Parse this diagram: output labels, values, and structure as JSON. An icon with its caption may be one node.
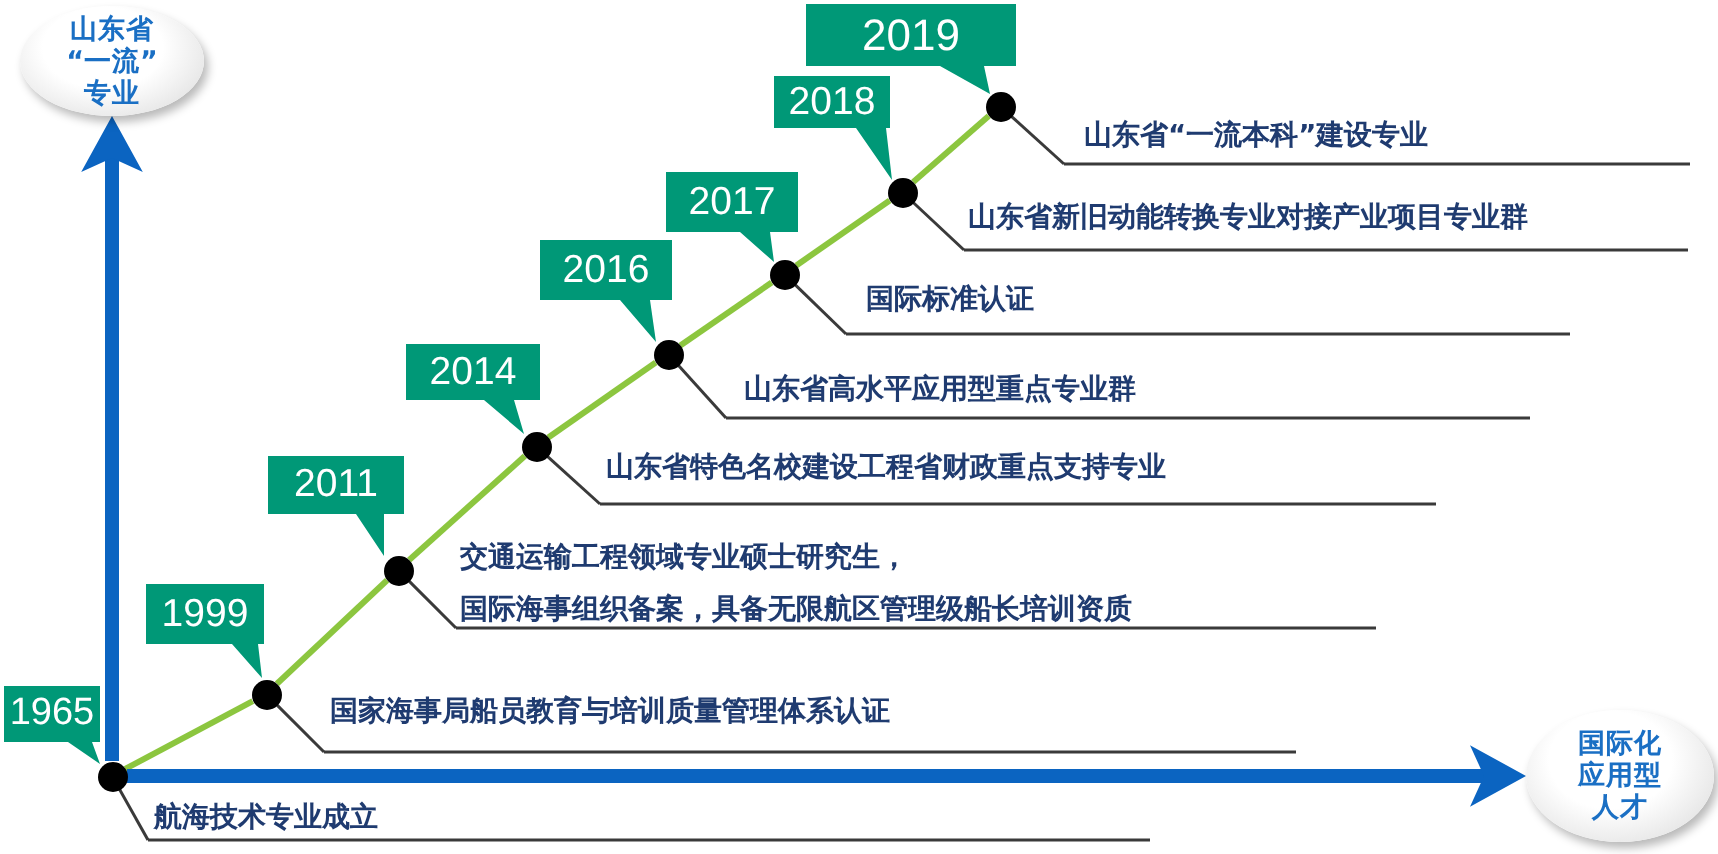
{
  "diagram": {
    "nodes": [
      {
        "text": [
          "山东省“一流”专业"
        ]
      },
      {
        "text": [
          "1965"
        ]
      },
      {
        "text": [],
        "shape": "circle"
      },
      {
        "text": [
          "航海技术专业成立"
        ]
      },
      {
        "text": [
          "1999"
        ]
      },
      {
        "text": [],
        "shape": "circle"
      },
      {
        "text": [
          "国家海事局船员教育与培训质量管理体系认证"
        ]
      },
      {
        "text": [
          "2011"
        ]
      },
      {
        "text": [],
        "shape": "circle"
      },
      {
        "text": [
          "交通运输工程领域专业硕士研究生，",
          "国际海事组织备案，具备无限航区管理级船长培训资质"
        ]
      },
      {
        "text": [
          "2014"
        ]
      },
      {
        "text": [],
        "shape": "circle"
      },
      {
        "text": [
          "山东省特色名校建设工程省财政重点支持专业"
        ]
      },
      {
        "text": [
          "2016"
        ]
      },
      {
        "text": [],
        "shape": "circle"
      },
      {
        "text": [
          "山东省高水平应用型重点专业群"
        ]
      },
      {
        "text": [
          "2017"
        ]
      },
      {
        "text": [],
        "shape": "circle"
      },
      {
        "text": [
          "国际标准认证"
        ]
      },
      {
        "text": [
          "2018"
        ]
      },
      {
        "text": [],
        "shape": "circle"
      },
      {
        "text": [
          "山东省新旧动能转换专业对接产业项目专业群"
        ]
      },
      {
        "text": [
          "2019"
        ]
      },
      {
        "text": [],
        "shape": "circle"
      },
      {
        "text": [
          "山东省“一流本科”建设专业"
        ]
      },
      {
        "text": [
          "国际化应用型人才"
        ]
      }
    ],
    "edges": [
      {
        "from": 2,
        "to": 5,
        "arrow": "none",
        "color": "#8cc63f"
      },
      {
        "from": 5,
        "to": 8,
        "arrow": "none",
        "color": "#8cc63f"
      },
      {
        "from": 8,
        "to": 11,
        "arrow": "none",
        "color": "#8cc63f"
      },
      {
        "from": 11,
        "to": 14,
        "arrow": "none",
        "color": "#8cc63f"
      },
      {
        "from": 14,
        "to": 17,
        "arrow": "none",
        "color": "#8cc63f"
      },
      {
        "from": 17,
        "to": 20,
        "arrow": "none",
        "color": "#8cc63f"
      },
      {
        "from": 20,
        "to": 23,
        "arrow": "none",
        "color": "#8cc63f"
      },
      {
        "from": 3,
        "to": 2,
        "arrow": "none"
      },
      {
        "from": 6,
        "to": 5,
        "arrow": "none"
      },
      {
        "from": 9,
        "to": 8,
        "arrow": "none"
      },
      {
        "from": 12,
        "to": 11,
        "arrow": "none"
      },
      {
        "from": 15,
        "to": 14,
        "arrow": "none"
      },
      {
        "from": 18,
        "to": 17,
        "arrow": "none"
      },
      {
        "from": 21,
        "to": 20,
        "arrow": "none"
      },
      {
        "from": 24,
        "to": 23,
        "arrow": "none"
      },
      {
        "from": 2,
        "to": 0,
        "arrow": "to",
        "style": "thick",
        "color": "#0b64c1"
      },
      {
        "from": 2,
        "to": 25,
        "arrow": "to",
        "style": "thick",
        "color": "#0b64c1"
      }
    ]
  }
}
